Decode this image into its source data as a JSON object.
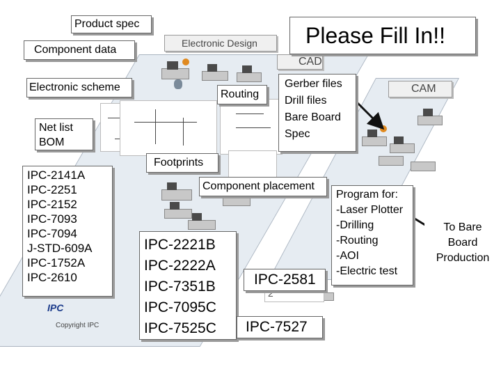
{
  "labels": {
    "product_spec": "Product spec",
    "component_data": "Component data",
    "electronic_scheme": "Electronic scheme",
    "net_list": [
      "Net list",
      "BOM"
    ],
    "routing": "Routing",
    "footprints": "Footprints",
    "component_placement": "Component placement",
    "please_fill_in": "Please Fill In!!",
    "gerber": [
      "Gerber files",
      "Drill files",
      "Bare Board",
      "Spec"
    ],
    "program": [
      "Program for:",
      "-Laser Plotter",
      "-Drilling",
      "-Routing",
      "-AOI",
      "-Electric test"
    ],
    "to_bare_board": [
      "To Bare",
      "Board",
      "Production"
    ]
  },
  "signs": {
    "electronic_design": "Electronic Design",
    "cad": "CAD",
    "cam": "CAM"
  },
  "standards": {
    "left": [
      "IPC-2141A",
      "IPC-2251",
      "IPC-2152",
      "IPC-7093",
      "IPC-7094",
      "J-STD-609A",
      "IPC-1752A",
      "IPC-2610"
    ],
    "middle": [
      "IPC-2221B",
      "IPC-2222A",
      "IPC-7351B",
      "IPC-7095C",
      "IPC-7525C"
    ],
    "ipc_2581": "IPC-2581",
    "ipc_7527": "IPC-7527"
  },
  "footer": {
    "logo": "IPC",
    "copyright": "Copyright IPC"
  },
  "colors": {
    "plant": "#e08a20",
    "stage": "#e6ecf2"
  }
}
